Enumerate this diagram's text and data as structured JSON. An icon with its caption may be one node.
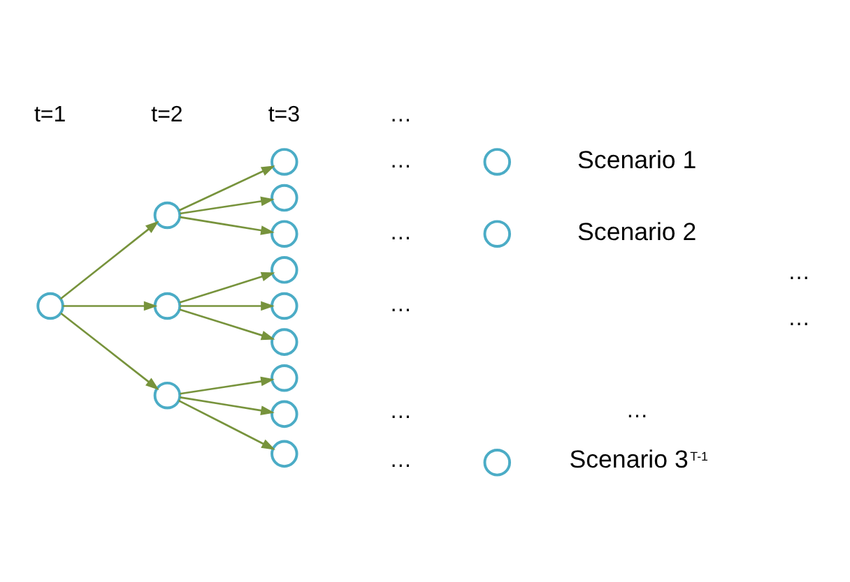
{
  "diagram": {
    "nodes": [
      {
        "text": [],
        "shape": "circle"
      },
      {
        "text": [],
        "shape": "circle"
      },
      {
        "text": [],
        "shape": "circle"
      },
      {
        "text": [],
        "shape": "circle"
      },
      {
        "text": [],
        "shape": "circle"
      },
      {
        "text": [],
        "shape": "circle"
      },
      {
        "text": [],
        "shape": "circle"
      },
      {
        "text": [],
        "shape": "circle"
      },
      {
        "text": [],
        "shape": "circle"
      },
      {
        "text": [],
        "shape": "circle"
      },
      {
        "text": [],
        "shape": "circle"
      },
      {
        "text": [],
        "shape": "circle"
      },
      {
        "text": [],
        "shape": "circle"
      },
      {
        "text": [],
        "shape": "circle",
        "beside": [
          "Scenario 1"
        ]
      },
      {
        "text": [],
        "shape": "circle",
        "beside": [
          "Scenario 2"
        ]
      },
      {
        "text": [],
        "shape": "circle",
        "beside": [
          "Scenario 3$^{T-1}$"
        ]
      }
    ],
    "edges": [
      {
        "from": 0,
        "to": 1,
        "arrow": "to"
      },
      {
        "from": 0,
        "to": 2,
        "arrow": "to"
      },
      {
        "from": 0,
        "to": 3,
        "arrow": "to"
      },
      {
        "from": 1,
        "to": 4,
        "arrow": "to"
      },
      {
        "from": 1,
        "to": 5,
        "arrow": "to"
      },
      {
        "from": 1,
        "to": 6,
        "arrow": "to"
      },
      {
        "from": 2,
        "to": 7,
        "arrow": "to"
      },
      {
        "from": 2,
        "to": 8,
        "arrow": "to"
      },
      {
        "from": 2,
        "to": 9,
        "arrow": "to"
      },
      {
        "from": 3,
        "to": 10,
        "arrow": "to"
      },
      {
        "from": 3,
        "to": 11,
        "arrow": "to"
      },
      {
        "from": 3,
        "to": 12,
        "arrow": "to"
      }
    ],
    "labels": [
      "t=1",
      "t=2",
      "t=3",
      "…",
      "…",
      "…",
      "…",
      "…",
      "…",
      "…",
      "…",
      "…"
    ]
  }
}
